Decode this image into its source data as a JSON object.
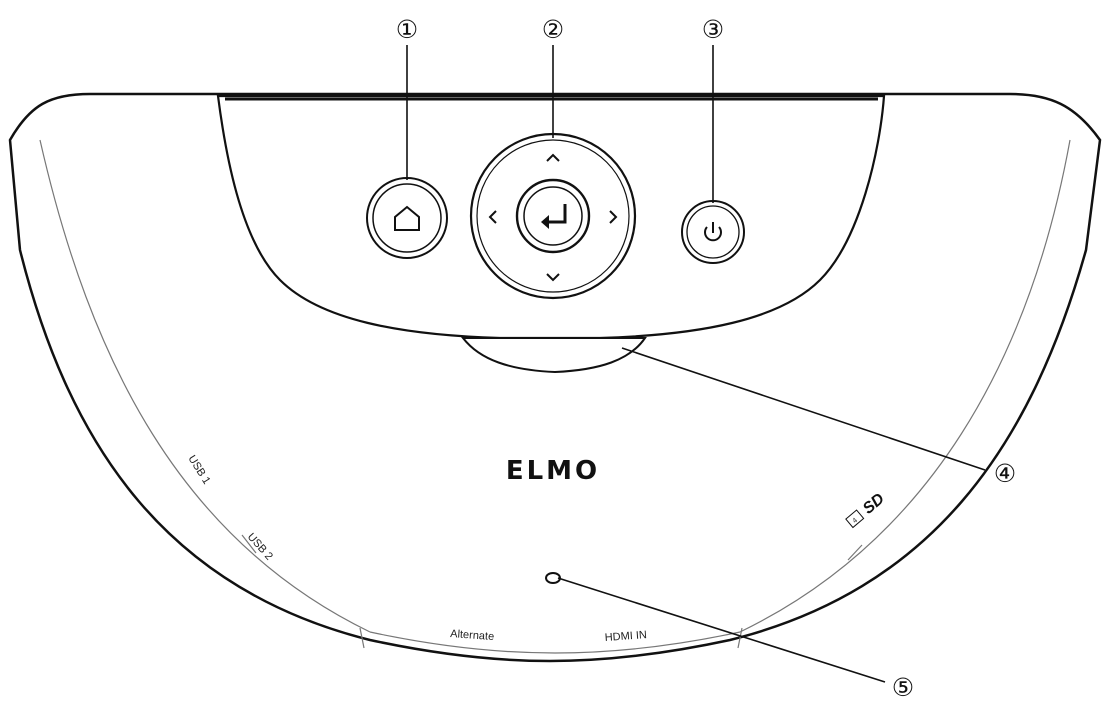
{
  "callouts": {
    "c1": "①",
    "c2": "②",
    "c3": "③",
    "c4": "④",
    "c5": "⑤"
  },
  "logo": "ELMO",
  "ports": {
    "usb1": "USB 1",
    "usb2": "USB 2",
    "alternate": "Alternate",
    "hdmi_in": "HDMI IN"
  },
  "sd": {
    "logo": "SD",
    "slot": "4"
  },
  "icons": {
    "home": "home-icon",
    "enter": "enter-icon",
    "power": "power-icon",
    "up": "chevron-up-icon",
    "down": "chevron-down-icon",
    "left": "chevron-left-icon",
    "right": "chevron-right-icon"
  }
}
